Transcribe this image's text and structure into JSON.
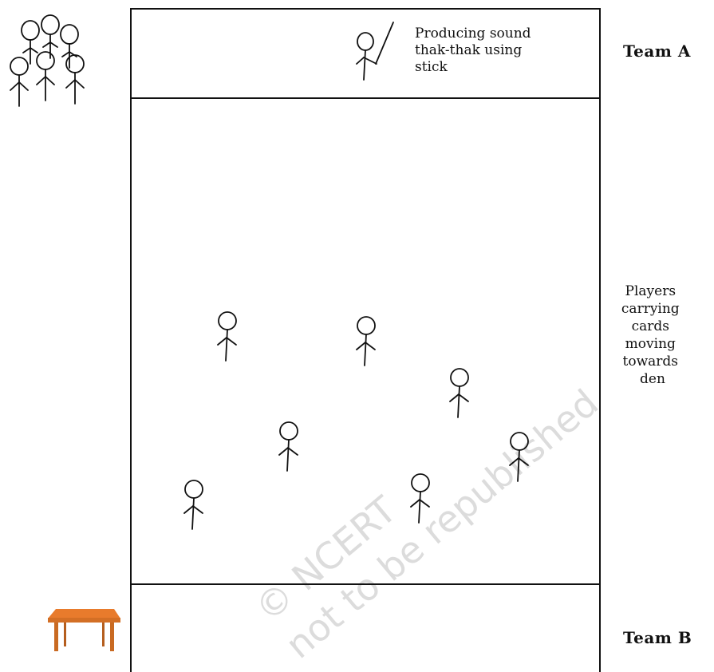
{
  "labels": {
    "stick_caption": [
      "Producing sound",
      "thak-thak using",
      "stick"
    ],
    "team_a": "Team A",
    "team_b": "Team B",
    "players_caption": [
      "Players",
      "carrying",
      "cards",
      "moving",
      "towards",
      "den"
    ]
  },
  "watermark": [
    "© NCERT",
    "not to be republished"
  ],
  "colors": {
    "line": "#111111",
    "table_top": "#e87b2c",
    "table_legs": "#c96a22"
  },
  "icons": {
    "team_group": "stick-figure-group",
    "stick_player": "stick-figure-with-stick",
    "player": "stick-figure",
    "den": "table"
  }
}
